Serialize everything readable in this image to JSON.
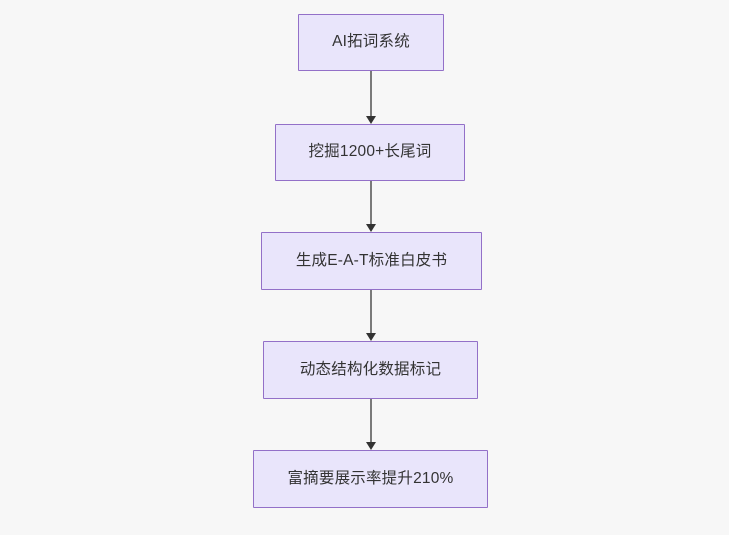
{
  "diagram": {
    "type": "flowchart",
    "direction": "top-to-bottom",
    "title": "",
    "background_color": "#f7f7f7",
    "node_style": {
      "fill": "#e9e5fb",
      "stroke": "#9370c8",
      "text_color": "#333333"
    },
    "edge_style": {
      "line_color": "#7a7a7a",
      "arrow_color": "#333333"
    },
    "nodes": [
      {
        "id": "n1",
        "label": "AI拓词系统"
      },
      {
        "id": "n2",
        "label": "挖掘1200+长尾词"
      },
      {
        "id": "n3",
        "label": "生成E-A-T标准白皮书"
      },
      {
        "id": "n4",
        "label": "动态结构化数据标记"
      },
      {
        "id": "n5",
        "label": "富摘要展示率提升210%"
      }
    ],
    "edges": [
      {
        "from": "n1",
        "to": "n2",
        "label": ""
      },
      {
        "from": "n2",
        "to": "n3",
        "label": ""
      },
      {
        "from": "n3",
        "to": "n4",
        "label": ""
      },
      {
        "from": "n4",
        "to": "n5",
        "label": ""
      }
    ]
  }
}
